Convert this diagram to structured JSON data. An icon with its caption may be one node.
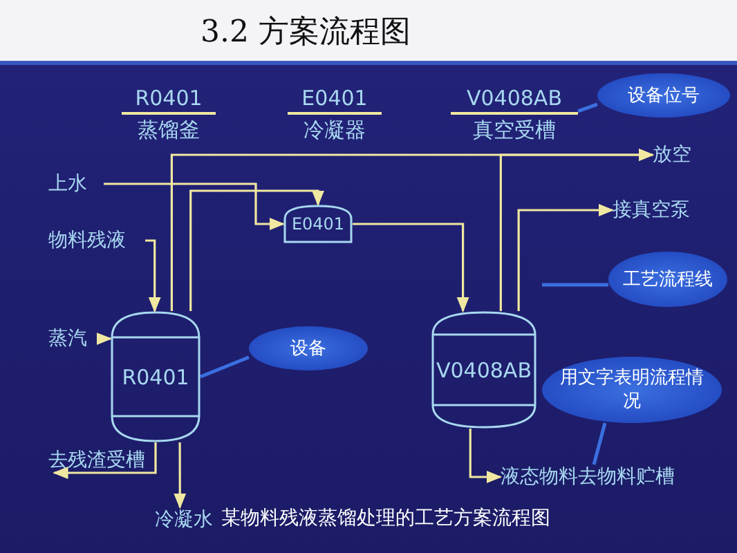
{
  "diagram": {
    "title": "3.2 方案流程图",
    "caption": "某物料残液蒸馏处理的工艺方案流程图",
    "nodes": [
      {
        "text": [
          "R0401",
          "蒸馏釜"
        ]
      },
      {
        "text": [
          "E0401",
          "冷凝器"
        ]
      },
      {
        "text": [
          "V0408AB",
          "真空受槽"
        ]
      },
      {
        "text": [
          "设备位号"
        ]
      },
      {
        "text": [
          "放空"
        ]
      },
      {
        "text": [
          "上水"
        ]
      },
      {
        "text": [
          "接真空泵"
        ]
      },
      {
        "text": [
          "E0401"
        ]
      },
      {
        "text": [
          "物料残液"
        ]
      },
      {
        "text": [
          "工艺流程线"
        ]
      },
      {
        "text": [
          "蒸汽"
        ]
      },
      {
        "text": [
          "R0401"
        ]
      },
      {
        "text": [
          "设备"
        ]
      },
      {
        "text": [
          "V0408AB"
        ]
      },
      {
        "text": [
          "用文字表明流程情况"
        ]
      },
      {
        "text": [
          "去残渣受槽"
        ]
      },
      {
        "text": [
          "液态物料去物料贮槽"
        ]
      },
      {
        "text": [
          "冷凝水"
        ]
      }
    ],
    "edges": [
      {
        "from": 5,
        "to": 7,
        "arrow": "to"
      },
      {
        "from": 8,
        "to": 11,
        "arrow": "to"
      },
      {
        "from": 10,
        "to": 11,
        "arrow": "to"
      },
      {
        "from": 11,
        "to": 15,
        "arrow": "to"
      },
      {
        "from": 11,
        "to": 17,
        "arrow": "to"
      },
      {
        "from": 11,
        "to": 7,
        "arrow": "to"
      },
      {
        "from": 7,
        "to": 13,
        "arrow": "to"
      },
      {
        "from": 11,
        "to": 4,
        "arrow": "to"
      },
      {
        "from": 13,
        "to": 4,
        "arrow": "to"
      },
      {
        "from": 13,
        "to": 6,
        "arrow": "to"
      },
      {
        "from": 13,
        "to": 16,
        "arrow": "to"
      },
      {
        "from": 3,
        "to": 2,
        "arrow": "none",
        "color": "#3b6fe0"
      },
      {
        "from": 12,
        "to": 11,
        "arrow": "none",
        "color": "#3b6fe0"
      },
      {
        "from": 14,
        "to": 16,
        "arrow": "none",
        "color": "#3b6fe0"
      },
      {
        "from": 9,
        "to": null,
        "arrow": "none",
        "color": "#3b6fe0"
      }
    ]
  }
}
